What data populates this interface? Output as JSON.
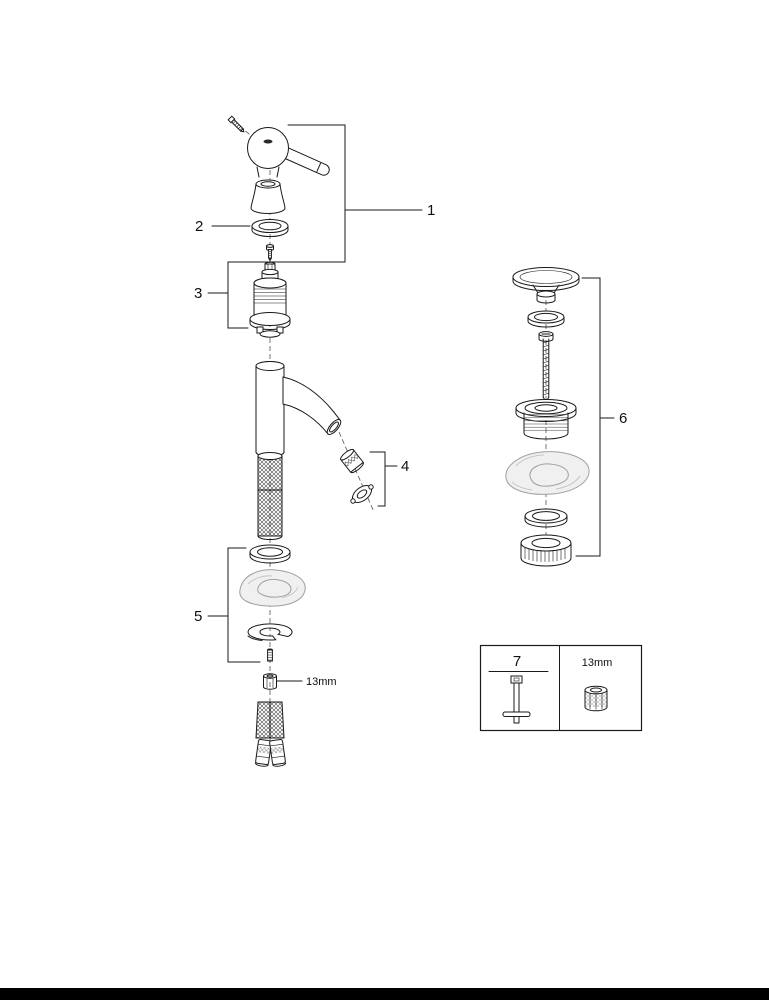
{
  "page": {
    "background": "#ffffff",
    "footer_bar_color": "#000000",
    "line_color": "#1a1a1a"
  },
  "diagram": {
    "type": "exploded-parts-diagram",
    "callouts": {
      "one": "1",
      "two": "2",
      "three": "3",
      "four": "4",
      "five": "5",
      "six": "6",
      "seven": "7"
    },
    "labels": {
      "inline_wrench_size": "13mm",
      "toolbox_wrench_size": "13mm"
    }
  }
}
